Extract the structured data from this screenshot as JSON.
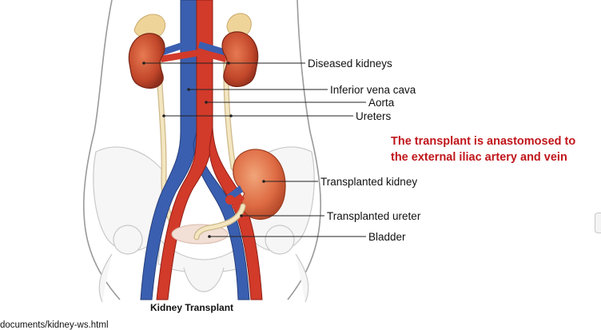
{
  "diagram": {
    "caption": "Kidney Transplant",
    "labels": {
      "diseased_kidneys": "Diseased kidneys",
      "inferior_vena_cava": "Inferior vena cava",
      "aorta": "Aorta",
      "ureters": "Ureters",
      "transplanted_kidney": "Transplanted kidney",
      "transplanted_ureter": "Transplanted ureter",
      "bladder": "Bladder"
    }
  },
  "note": {
    "line1": "The transplant is anastomosed to",
    "line2": "the external iliac artery and vein"
  },
  "footer": {
    "url_text": "documents/kidney-ws.html"
  },
  "colors": {
    "artery": "#d23a2a",
    "vein": "#3a5fb0",
    "kidney": "#c2472a",
    "ureter": "#f1e2b8",
    "note_text": "#c0161b"
  }
}
